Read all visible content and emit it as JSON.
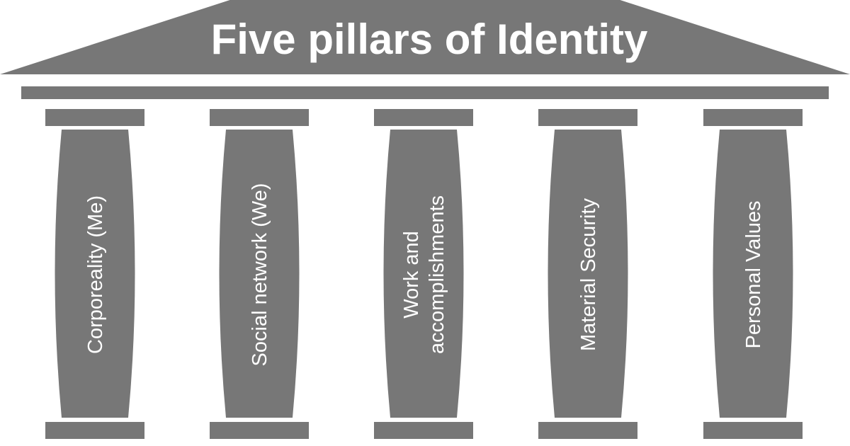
{
  "colors": {
    "structure": "#777777",
    "text": "#ffffff",
    "background": "#ffffff"
  },
  "title": "Five pillars of Identity",
  "pillars": [
    {
      "lines": [
        "Corporeality (Me)"
      ]
    },
    {
      "lines": [
        "Social network (We)"
      ]
    },
    {
      "lines": [
        "Work and",
        "accomplishments"
      ]
    },
    {
      "lines": [
        "Material Security"
      ]
    },
    {
      "lines": [
        "Personal Values"
      ]
    }
  ]
}
